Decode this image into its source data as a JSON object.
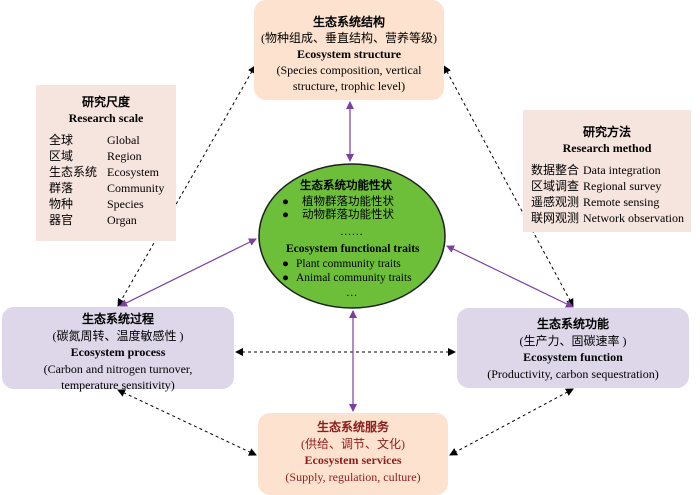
{
  "structure": {
    "title_cn": "生态系统结构",
    "subtitle_cn": "(物种组成、垂直结构、营养等级)",
    "title_en": "Ecosystem structure",
    "subtitle_en_1": "(Species composition, vertical",
    "subtitle_en_2": "structure, trophic level)"
  },
  "scale": {
    "title_cn": "研究尺度",
    "title_en": "Research scale",
    "items": [
      {
        "cn": "全球",
        "en": "Global"
      },
      {
        "cn": "区域",
        "en": "Region"
      },
      {
        "cn": "生态系统",
        "en": "Ecosystem"
      },
      {
        "cn": "群落",
        "en": "Community"
      },
      {
        "cn": "物种",
        "en": "Species"
      },
      {
        "cn": "器官",
        "en": "Organ"
      }
    ]
  },
  "method": {
    "title_cn": "研究方法",
    "title_en": "Research method",
    "items": [
      {
        "cn": "数据整合",
        "en": "Data integration"
      },
      {
        "cn": "区域调查",
        "en": "Regional survey"
      },
      {
        "cn": "遥感观测",
        "en": "Remote sensing"
      },
      {
        "cn": "联网观测",
        "en": "Network observation"
      }
    ]
  },
  "traits": {
    "title_cn": "生态系统功能性状",
    "item1_cn": "植物群落功能性状",
    "item2_cn": "动物群落功能性状",
    "ellipsis_cn": "……",
    "title_en": "Ecosystem functional traits",
    "item1_en": "Plant community traits",
    "item2_en": "Animal community traits",
    "ellipsis_en": "…",
    "bullet": "●"
  },
  "process": {
    "title_cn": "生态系统过程",
    "subtitle_cn": "(碳氮周转、温度敏感性 )",
    "title_en": "Ecosystem process",
    "subtitle_en_1": "(Carbon and nitrogen turnover,",
    "subtitle_en_2": "temperature sensitivity)"
  },
  "function": {
    "title_cn": "生态系统功能",
    "subtitle_cn": "(生产力、固碳速率 )",
    "title_en": "Ecosystem function",
    "subtitle_en": "(Productivity, carbon sequestration)"
  },
  "services": {
    "title_cn": "生态系统服务",
    "subtitle_cn": "(供给、调节、文化)",
    "title_en": "Ecosystem services",
    "subtitle_en": "(Supply, regulation, culture)"
  },
  "colors": {
    "structure_fill": "#fde3cf",
    "services_fill": "#fde3cf",
    "process_fill": "#ddd7e9",
    "function_fill": "#ddd7e9",
    "panel_fill": "#f6e4df",
    "ellipse_fill": "#6dbf3a",
    "solid_arrow": "#7b3fa0",
    "dashed_arrow": "#000000",
    "services_text": "#8b1d1d"
  }
}
